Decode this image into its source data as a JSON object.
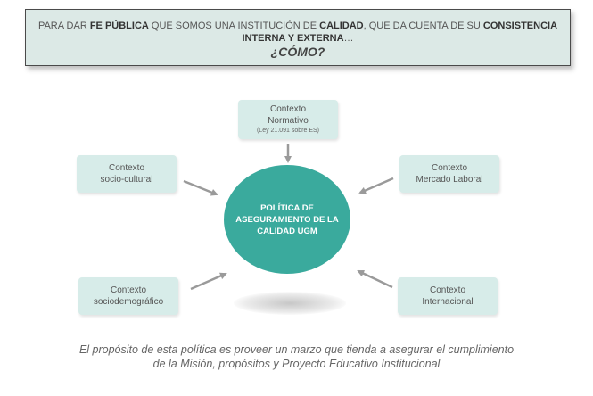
{
  "banner": {
    "p1": "PARA DAR ",
    "b1": "FE PÚBLICA",
    "p2": " QUE SOMOS UNA INSTITUCIÓN DE ",
    "b2": "CALIDAD",
    "p3": ", QUE DA CUENTA DE SU ",
    "b3": "CONSISTENCIA",
    "b4": "INTERNA Y EXTERNA",
    "p4": "…",
    "question": "¿CÓMO?"
  },
  "center": {
    "text": "POLÍTICA DE ASEGURAMIENTO DE LA CALIDAD UGM"
  },
  "contexts": {
    "normativo": {
      "line1": "Contexto",
      "line2": "Normativo",
      "note": "(Ley 21.091 sobre ES)"
    },
    "socio_cultural": {
      "line1": "Contexto",
      "line2": "socio-cultural"
    },
    "mercado_laboral": {
      "line1": "Contexto",
      "line2": "Mercado Laboral"
    },
    "sociodemografico": {
      "line1": "Contexto",
      "line2": "sociodemográfico"
    },
    "internacional": {
      "line1": "Contexto",
      "line2": "Internacional"
    }
  },
  "caption": {
    "line1": "El propósito de esta política es proveer un marzo que tienda a asegurar el cumplimiento",
    "line2": "de la Misión, propósitos y Proyecto Educativo Institucional"
  },
  "colors": {
    "center_fill": "#3aaa9d",
    "context_fill": "#d7ece9",
    "banner_fill": "#dce9e6",
    "arrow": "#9a9a9a"
  }
}
